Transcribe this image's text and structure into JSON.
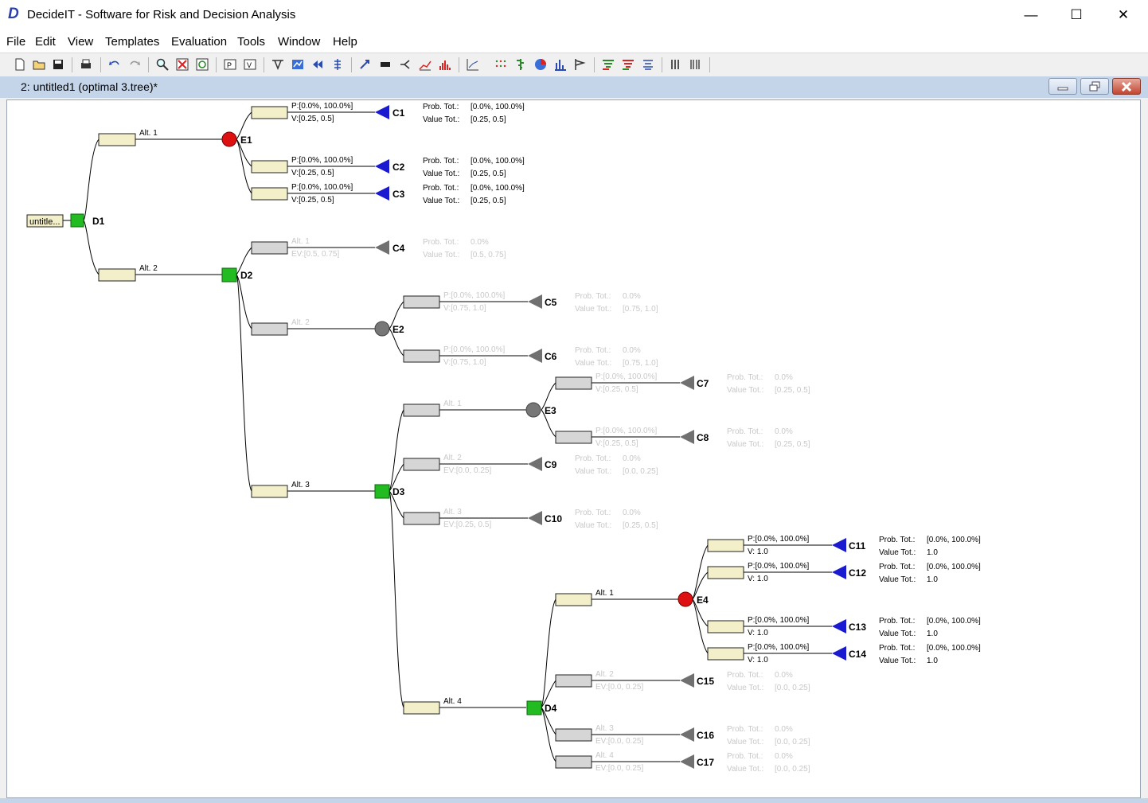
{
  "app": {
    "logo": "D",
    "title": "DecideIT - Software for Risk and Decision Analysis"
  },
  "window_controls": {
    "minimize": "—",
    "maximize": "☐",
    "close": "✕"
  },
  "menu": [
    "File",
    "Edit",
    "View",
    "Templates",
    "Evaluation",
    "Tools",
    "Window",
    "Help"
  ],
  "toolbar": {
    "buttons": [
      "new-file",
      "open-folder",
      "save",
      "print",
      "undo",
      "redo",
      "zoom",
      "delete-node",
      "refresh",
      "prob-table",
      "value-table",
      "tree-transform",
      "evaluate",
      "collapse",
      "expand",
      "flip",
      "bar",
      "node-pick",
      "line-chart",
      "histogram",
      "scatter",
      "dots",
      "tornado",
      "pie-chart",
      "bar-chart",
      "flag",
      "sort-a",
      "sort-b",
      "align",
      "bars-a",
      "bars-b"
    ]
  },
  "document": {
    "title": "2: untitled1 (optimal 3.tree)*"
  },
  "tree": {
    "root_label": "untitle...",
    "nodes": [
      {
        "id": "D1",
        "type": "decision",
        "active": true
      },
      {
        "id": "E1",
        "type": "event",
        "active": true
      },
      {
        "id": "D2",
        "type": "decision",
        "active": true
      },
      {
        "id": "E2",
        "type": "event",
        "active": false
      },
      {
        "id": "D3",
        "type": "decision",
        "active": true
      },
      {
        "id": "E3",
        "type": "event",
        "active": false
      },
      {
        "id": "D4",
        "type": "decision",
        "active": true
      },
      {
        "id": "E4",
        "type": "event",
        "active": true
      },
      {
        "id": "C1",
        "type": "consequence",
        "active": true
      },
      {
        "id": "C2",
        "type": "consequence",
        "active": true
      },
      {
        "id": "C3",
        "type": "consequence",
        "active": true
      },
      {
        "id": "C4",
        "type": "consequence",
        "active": false
      },
      {
        "id": "C5",
        "type": "consequence",
        "active": false
      },
      {
        "id": "C6",
        "type": "consequence",
        "active": false
      },
      {
        "id": "C7",
        "type": "consequence",
        "active": false
      },
      {
        "id": "C8",
        "type": "consequence",
        "active": false
      },
      {
        "id": "C9",
        "type": "consequence",
        "active": false
      },
      {
        "id": "C10",
        "type": "consequence",
        "active": false
      },
      {
        "id": "C11",
        "type": "consequence",
        "active": true
      },
      {
        "id": "C12",
        "type": "consequence",
        "active": true
      },
      {
        "id": "C13",
        "type": "consequence",
        "active": true
      },
      {
        "id": "C14",
        "type": "consequence",
        "active": true
      },
      {
        "id": "C15",
        "type": "consequence",
        "active": false
      },
      {
        "id": "C16",
        "type": "consequence",
        "active": false
      },
      {
        "id": "C17",
        "type": "consequence",
        "active": false
      }
    ],
    "branch_labels": [
      {
        "from": "D1",
        "to": "E1",
        "label": "Alt. 1",
        "active": true
      },
      {
        "from": "D1",
        "to": "D2",
        "label": "Alt. 2",
        "active": true
      },
      {
        "from": "D2",
        "to": "C4",
        "label": "Alt. 1",
        "sub": "EV:[0.5, 0.75]",
        "active": false
      },
      {
        "from": "D2",
        "to": "E2",
        "label": "Alt. 2",
        "active": false
      },
      {
        "from": "D2",
        "to": "D3",
        "label": "Alt. 3",
        "active": true
      },
      {
        "from": "D3",
        "to": "E3",
        "label": "Alt. 1",
        "active": false
      },
      {
        "from": "D3",
        "to": "C9",
        "label": "Alt. 2",
        "sub": "EV:[0.0, 0.25]",
        "active": false
      },
      {
        "from": "D3",
        "to": "C10",
        "label": "Alt. 3",
        "sub": "EV:[0.25, 0.5]",
        "active": false
      },
      {
        "from": "D3",
        "to": "D4",
        "label": "Alt. 4",
        "active": true
      },
      {
        "from": "D4",
        "to": "E4",
        "label": "Alt. 1",
        "active": true
      },
      {
        "from": "D4",
        "to": "C15",
        "label": "Alt. 2",
        "sub": "EV:[0.0, 0.25]",
        "active": false
      },
      {
        "from": "D4",
        "to": "C16",
        "label": "Alt. 3",
        "sub": "EV:[0.0, 0.25]",
        "active": false
      },
      {
        "from": "D4",
        "to": "C17",
        "label": "Alt. 4",
        "sub": "EV:[0.0, 0.25]",
        "active": false
      },
      {
        "from": "E1",
        "to": "C1",
        "label": "P:[0.0%, 100.0%]",
        "sub": "V:[0.25, 0.5]",
        "active": true
      },
      {
        "from": "E1",
        "to": "C2",
        "label": "P:[0.0%, 100.0%]",
        "sub": "V:[0.25, 0.5]",
        "active": true
      },
      {
        "from": "E1",
        "to": "C3",
        "label": "P:[0.0%, 100.0%]",
        "sub": "V:[0.25, 0.5]",
        "active": true
      },
      {
        "from": "E2",
        "to": "C5",
        "label": "P:[0.0%, 100.0%]",
        "sub": "V:[0.75, 1.0]",
        "active": false
      },
      {
        "from": "E2",
        "to": "C6",
        "label": "P:[0.0%, 100.0%]",
        "sub": "V:[0.75, 1.0]",
        "active": false
      },
      {
        "from": "E3",
        "to": "C7",
        "label": "P:[0.0%, 100.0%]",
        "sub": "V:[0.25, 0.5]",
        "active": false
      },
      {
        "from": "E3",
        "to": "C8",
        "label": "P:[0.0%, 100.0%]",
        "sub": "V:[0.25, 0.5]",
        "active": false
      },
      {
        "from": "E4",
        "to": "C11",
        "label": "P:[0.0%, 100.0%]",
        "sub": "V: 1.0",
        "active": true
      },
      {
        "from": "E4",
        "to": "C12",
        "label": "P:[0.0%, 100.0%]",
        "sub": "V: 1.0",
        "active": true
      },
      {
        "from": "E4",
        "to": "C13",
        "label": "P:[0.0%, 100.0%]",
        "sub": "V: 1.0",
        "active": true
      },
      {
        "from": "E4",
        "to": "C14",
        "label": "P:[0.0%, 100.0%]",
        "sub": "V: 1.0",
        "active": true
      }
    ],
    "consequence_totals": [
      {
        "id": "C1",
        "prob_label": "Prob.  Tot.:",
        "prob": "[0.0%, 100.0%]",
        "value_label": "Value Tot.:",
        "value": "[0.25, 0.5]"
      },
      {
        "id": "C2",
        "prob_label": "Prob.  Tot.:",
        "prob": "[0.0%, 100.0%]",
        "value_label": "Value Tot.:",
        "value": "[0.25, 0.5]"
      },
      {
        "id": "C3",
        "prob_label": "Prob.  Tot.:",
        "prob": "[0.0%, 100.0%]",
        "value_label": "Value Tot.:",
        "value": "[0.25, 0.5]"
      },
      {
        "id": "C4",
        "prob_label": "Prob.  Tot.:",
        "prob": "0.0%",
        "value_label": "Value Tot.:",
        "value": "[0.5, 0.75]"
      },
      {
        "id": "C5",
        "prob_label": "Prob.  Tot.:",
        "prob": "0.0%",
        "value_label": "Value Tot.:",
        "value": "[0.75, 1.0]"
      },
      {
        "id": "C6",
        "prob_label": "Prob.  Tot.:",
        "prob": "0.0%",
        "value_label": "Value Tot.:",
        "value": "[0.75, 1.0]"
      },
      {
        "id": "C7",
        "prob_label": "Prob.  Tot.:",
        "prob": "0.0%",
        "value_label": "Value Tot.:",
        "value": "[0.25, 0.5]"
      },
      {
        "id": "C8",
        "prob_label": "Prob.  Tot.:",
        "prob": "0.0%",
        "value_label": "Value Tot.:",
        "value": "[0.25, 0.5]"
      },
      {
        "id": "C9",
        "prob_label": "Prob.  Tot.:",
        "prob": "0.0%",
        "value_label": "Value Tot.:",
        "value": "[0.0, 0.25]"
      },
      {
        "id": "C10",
        "prob_label": "Prob.  Tot.:",
        "prob": "0.0%",
        "value_label": "Value Tot.:",
        "value": "[0.25, 0.5]"
      },
      {
        "id": "C11",
        "prob_label": "Prob.  Tot.:",
        "prob": "[0.0%, 100.0%]",
        "value_label": "Value Tot.:",
        "value": "1.0"
      },
      {
        "id": "C12",
        "prob_label": "Prob.  Tot.:",
        "prob": "[0.0%, 100.0%]",
        "value_label": "Value Tot.:",
        "value": "1.0"
      },
      {
        "id": "C13",
        "prob_label": "Prob.  Tot.:",
        "prob": "[0.0%, 100.0%]",
        "value_label": "Value Tot.:",
        "value": "1.0"
      },
      {
        "id": "C14",
        "prob_label": "Prob.  Tot.:",
        "prob": "[0.0%, 100.0%]",
        "value_label": "Value Tot.:",
        "value": "1.0"
      },
      {
        "id": "C15",
        "prob_label": "Prob.  Tot.:",
        "prob": "0.0%",
        "value_label": "Value Tot.:",
        "value": "[0.0, 0.25]"
      },
      {
        "id": "C16",
        "prob_label": "Prob.  Tot.:",
        "prob": "0.0%",
        "value_label": "Value Tot.:",
        "value": "[0.0, 0.25]"
      },
      {
        "id": "C17",
        "prob_label": "Prob.  Tot.:",
        "prob": "0.0%",
        "value_label": "Value Tot.:",
        "value": "[0.0, 0.25]"
      }
    ]
  },
  "colors": {
    "decision": "#22bb22",
    "event_active": "#dd1111",
    "event_inactive": "#777777",
    "consequence_active": "#1a1ad0",
    "consequence_inactive": "#707070",
    "box_active": "#f3f0c9",
    "box_inactive": "#d6d6d6",
    "text_inactive": "#c8c8c8",
    "mdi_title": "#c4d5ea"
  }
}
